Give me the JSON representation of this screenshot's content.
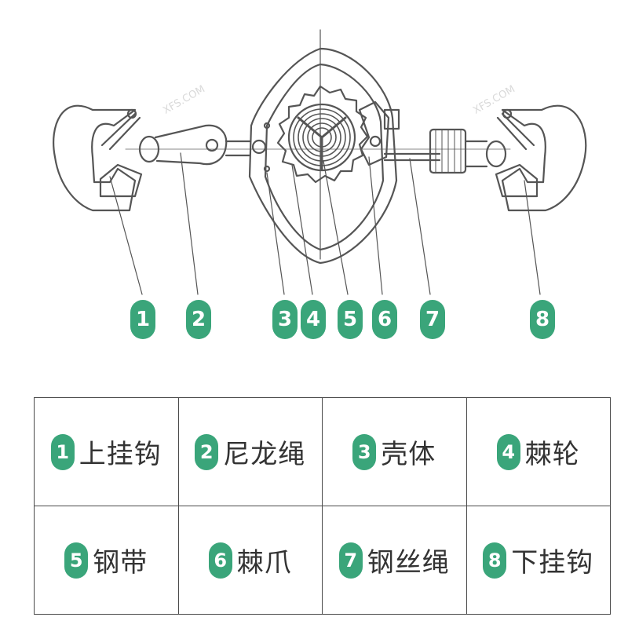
{
  "callouts": [
    "1",
    "2",
    "3",
    "4",
    "5",
    "6",
    "7",
    "8"
  ],
  "legend": [
    {
      "num": "1",
      "name": "上挂钩"
    },
    {
      "num": "2",
      "name": "尼龙绳"
    },
    {
      "num": "3",
      "name": "壳体"
    },
    {
      "num": "4",
      "name": "棘轮"
    },
    {
      "num": "5",
      "name": "钢带"
    },
    {
      "num": "6",
      "name": "棘爪"
    },
    {
      "num": "7",
      "name": "钢丝绳"
    },
    {
      "num": "8",
      "name": "下挂钩"
    }
  ],
  "watermark": "XFS.COM",
  "colors": {
    "accent": "#3aa57a",
    "line": "#555555",
    "border": "#4a4a4a"
  }
}
